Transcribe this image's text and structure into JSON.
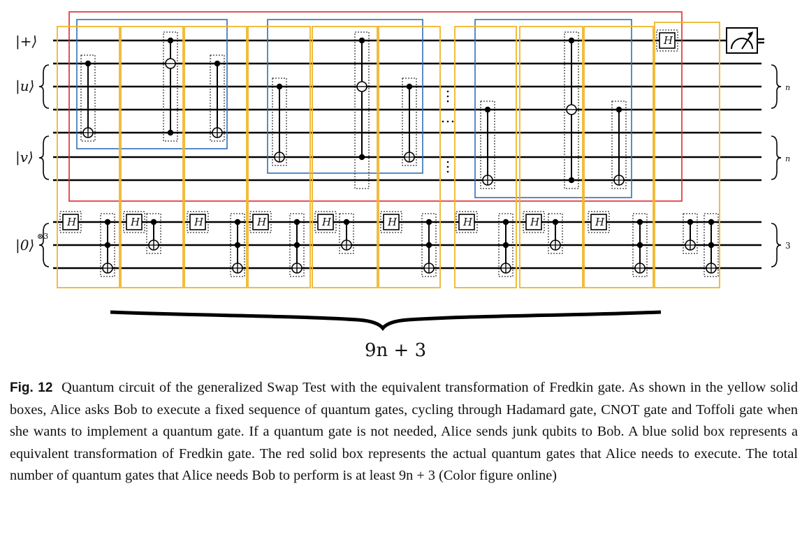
{
  "figure": {
    "qubit_labels": {
      "plus": "|+⟩",
      "u": "|u⟩",
      "v": "|v⟩",
      "zero": "|0⟩",
      "zero_exp": "⊗3"
    },
    "brace_labels": {
      "u": "n",
      "v": "n",
      "anc": "3"
    },
    "gate_label": "H",
    "total_label": "9n + 3",
    "dots": "⋮ ⋯ ⋮",
    "colors": {
      "red_box": "#e0282c",
      "blue_box": "#2e6fb7",
      "yellow_box": "#f0b52a",
      "wire": "#000000"
    }
  },
  "caption": {
    "label": "Fig. 12",
    "text": "Quantum circuit of the generalized Swap Test with the equivalent transformation of Fredkin gate. As shown in the yellow solid boxes, Alice asks Bob to execute a fixed sequence of quantum gates, cycling through Hadamard gate, CNOT gate and Toffoli gate when she wants to implement a quantum gate. If a quantum gate is not needed, Alice sends junk qubits to Bob. A blue solid box represents a equivalent transformation of Fredkin gate. The red solid box represents the actual quantum gates that Alice needs to execute. The total number of quantum gates that Alice needs Bob to perform is at least 9n + 3 (Color figure online)"
  }
}
